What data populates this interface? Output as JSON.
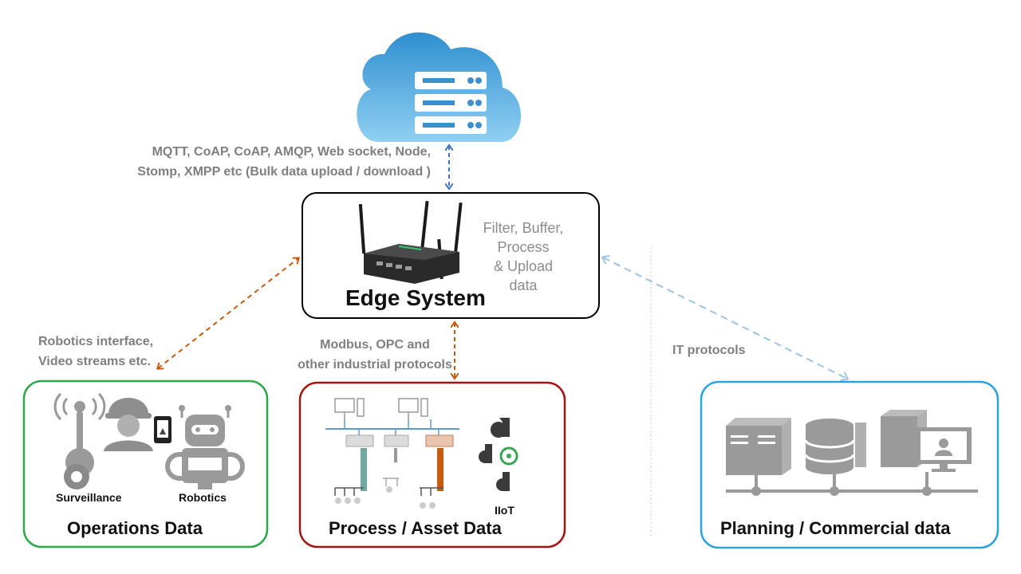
{
  "cloud": {
    "protocols_line1": "MQTT, CoAP, CoAP, AMQP, Web socket, Node,",
    "protocols_line2": "Stomp, XMPP etc (Bulk data upload / download )"
  },
  "edge": {
    "title": "Edge System",
    "steps": [
      "Filter, Buffer,",
      "Process",
      "& Upload",
      "data"
    ]
  },
  "links": {
    "robotics_line1": "Robotics interface,",
    "robotics_line2": "Video streams etc.",
    "industrial_line1": "Modbus, OPC and",
    "industrial_line2": "other industrial protocols",
    "it": "IT protocols"
  },
  "boxes": {
    "operations": {
      "title": "Operations  Data",
      "surveillance": "Surveillance",
      "robotics": "Robotics"
    },
    "process": {
      "title": "Process / Asset  Data",
      "iiot": "IIoT"
    },
    "planning": {
      "title": "Planning / Commercial data"
    }
  },
  "colors": {
    "cloud_link": "#4472c4",
    "ot_link": "#c55a11",
    "it_link": "#9dc3e6",
    "operations_border": "#2ea84a",
    "process_border": "#a31515",
    "planning_border": "#29a3e0",
    "edge_border": "#000000"
  }
}
